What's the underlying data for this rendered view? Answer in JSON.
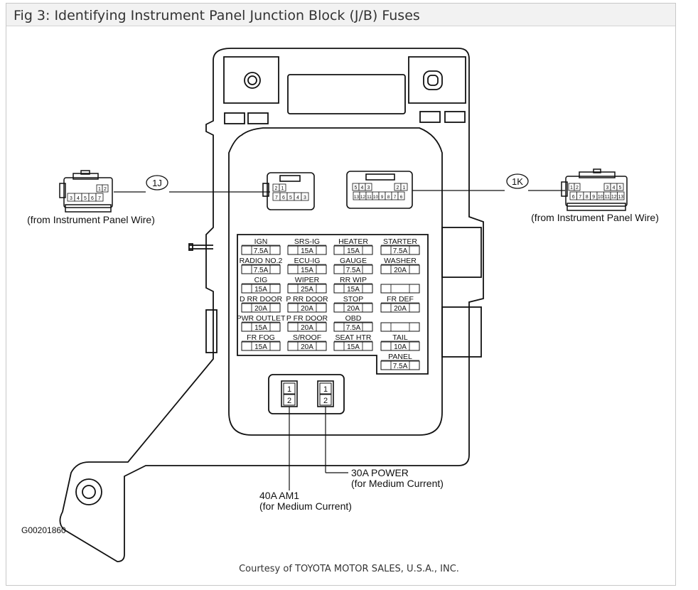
{
  "title": "Fig 3: Identifying Instrument Panel Junction Block (J/B) Fuses",
  "courtesy": "Courtesy of TOYOTA MOTOR SALES, U.S.A., INC.",
  "figure_code": "G00201860",
  "connectors": {
    "left": {
      "id": "1J",
      "source": "(from Instrument Panel Wire)",
      "pins_top": [
        "1",
        "2"
      ],
      "pins_bottom": [
        "3",
        "4",
        "5",
        "6",
        "7"
      ]
    },
    "right": {
      "id": "1K",
      "source": "(from Instrument Panel Wire)",
      "pins_top_left": [
        "1",
        "2"
      ],
      "pins_top_right": [
        "3",
        "4",
        "5"
      ],
      "pins_bottom": [
        "6",
        "7",
        "8",
        "9",
        "10",
        "11",
        "12",
        "13"
      ]
    }
  },
  "socket_1j": {
    "pins_top": [
      "2",
      "1"
    ],
    "pins_bottom": [
      "7",
      "6",
      "5",
      "4",
      "3"
    ]
  },
  "socket_1k": {
    "pins_top_left": [
      "5",
      "4",
      "3"
    ],
    "pins_top_right": [
      "2",
      "1"
    ],
    "pins_bottom": [
      "13",
      "12",
      "11",
      "10",
      "9",
      "8",
      "7",
      "6"
    ]
  },
  "fuses": [
    {
      "name": "IGN",
      "amp": "7.5A"
    },
    {
      "name": "SRS-IG",
      "amp": "15A"
    },
    {
      "name": "HEATER",
      "amp": "15A"
    },
    {
      "name": "STARTER",
      "amp": "7.5A"
    },
    {
      "name": "RADIO NO.2",
      "amp": "7.5A"
    },
    {
      "name": "ECU-IG",
      "amp": "15A"
    },
    {
      "name": "GAUGE",
      "amp": "7.5A"
    },
    {
      "name": "WASHER",
      "amp": "20A"
    },
    {
      "name": "CIG",
      "amp": "15A"
    },
    {
      "name": "WIPER",
      "amp": "25A"
    },
    {
      "name": "RR WIP",
      "amp": "15A"
    },
    {
      "name": "",
      "amp": ""
    },
    {
      "name": "D RR DOOR",
      "amp": "20A"
    },
    {
      "name": "P RR DOOR",
      "amp": "20A"
    },
    {
      "name": "STOP",
      "amp": "20A"
    },
    {
      "name": "FR DEF",
      "amp": "20A"
    },
    {
      "name": "PWR OUTLET",
      "amp": "15A"
    },
    {
      "name": "P FR DOOR",
      "amp": "20A"
    },
    {
      "name": "OBD",
      "amp": "7.5A"
    },
    {
      "name": "",
      "amp": ""
    },
    {
      "name": "FR FOG",
      "amp": "15A"
    },
    {
      "name": "S/ROOF",
      "amp": "20A"
    },
    {
      "name": "SEAT HTR",
      "amp": "15A"
    },
    {
      "name": "TAIL",
      "amp": "10A"
    },
    {
      "name": "PANEL",
      "amp": "7.5A"
    }
  ],
  "relays": {
    "left": {
      "pins": [
        "1",
        "2"
      ],
      "label": "40A AM1",
      "sublabel": "(for Medium Current)"
    },
    "right": {
      "pins": [
        "1",
        "2"
      ],
      "label": "30A POWER",
      "sublabel": "(for Medium Current)"
    }
  }
}
